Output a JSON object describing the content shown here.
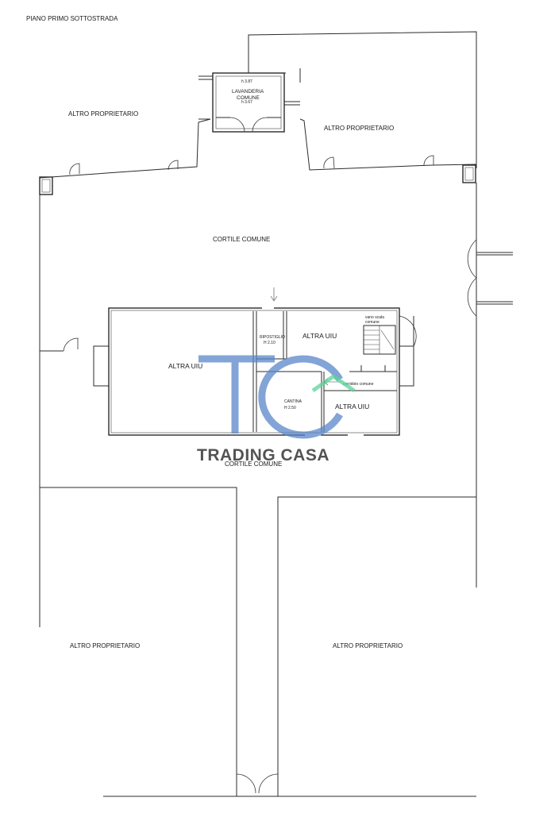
{
  "header": {
    "title": "PIANO PRIMO SOTTOSTRADA"
  },
  "labels": {
    "altro_proprietario_nw": "ALTRO PROPRIETARIO",
    "altro_proprietario_ne": "ALTRO PROPRIETARIO",
    "altro_proprietario_sw": "ALTRO PROPRIETARIO",
    "altro_proprietario_se": "ALTRO PROPRIETARIO",
    "cortile_comune_top": "CORTILE COMUNE",
    "cortile_comune_bottom": "CORTILE COMUNE",
    "altra_uiu_left": "ALTRA UIU",
    "altra_uiu_center": "ALTRA UIU",
    "altra_uiu_right": "ALTRA UIU"
  },
  "lavanderia": {
    "name_line1": "LAVANDERIA",
    "name_line2": "COMUNE",
    "height_top": "h 3.87",
    "height_bottom": "h 3.67"
  },
  "ripostiglio": {
    "name": "RIPOSTIGLIO",
    "height": "H 2.10"
  },
  "cantina": {
    "name": "CANTINA",
    "height": "H 2.50"
  },
  "vano_scala": {
    "line1": "vano scala",
    "line2": "comune"
  },
  "corridoio": {
    "label": "corridoio comune"
  },
  "watermark": {
    "monogram": "TC",
    "brand": "TRADING CASA",
    "color_blue": "#5a86c8",
    "color_green": "#5cd39a"
  }
}
